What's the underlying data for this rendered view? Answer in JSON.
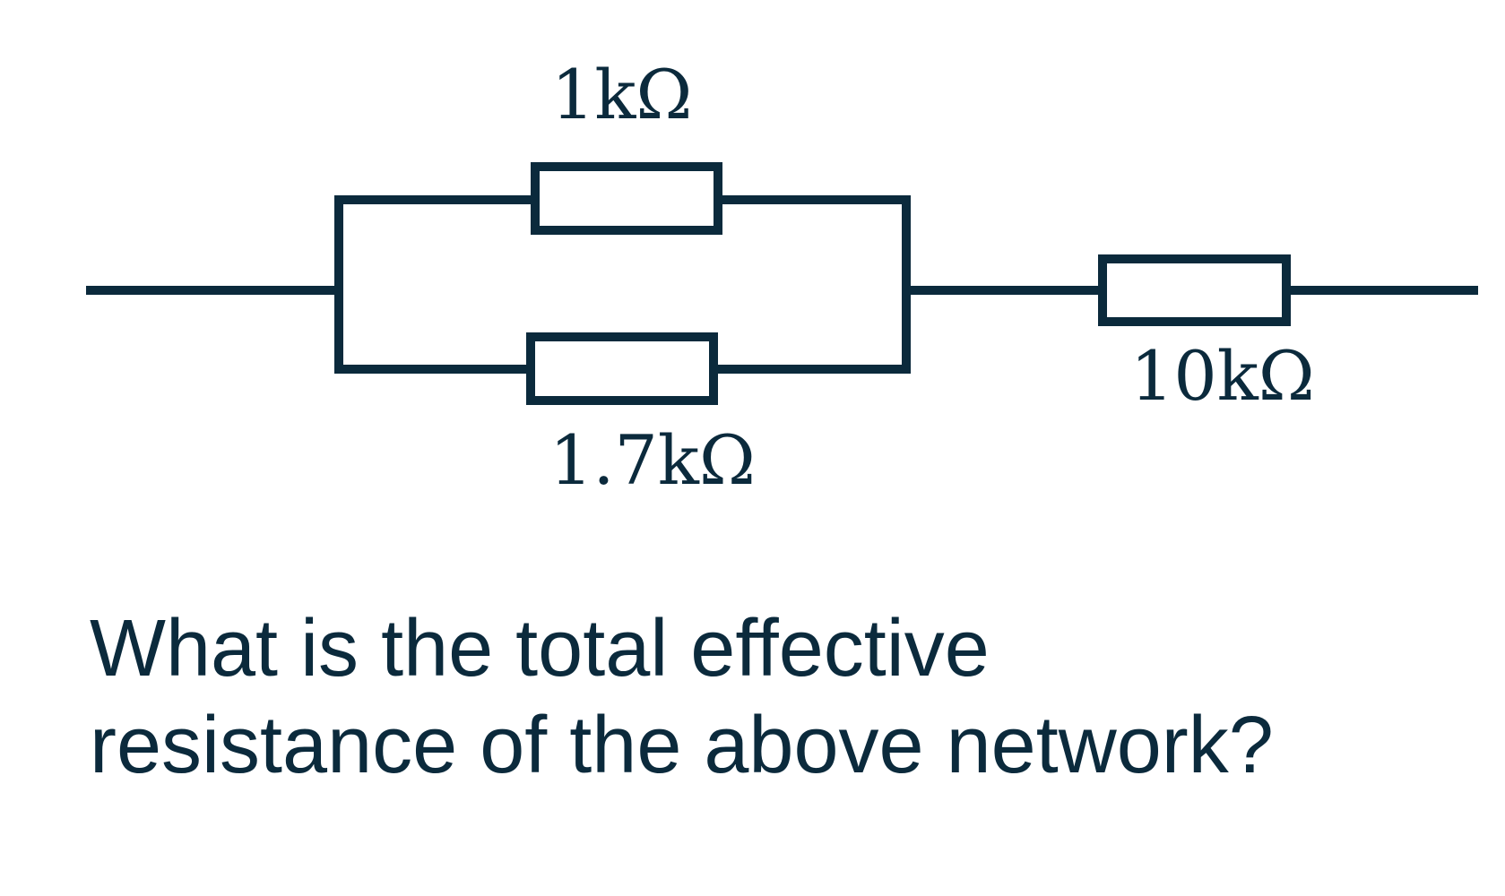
{
  "colors": {
    "ink": "#0b2a3c",
    "background": "#ffffff"
  },
  "resistors": {
    "top": {
      "label": "1kΩ"
    },
    "bottom": {
      "label": "1.7kΩ"
    },
    "series": {
      "label": "10kΩ"
    }
  },
  "question": {
    "line1": "What is the total effective",
    "line2": "resistance of the above network?"
  }
}
